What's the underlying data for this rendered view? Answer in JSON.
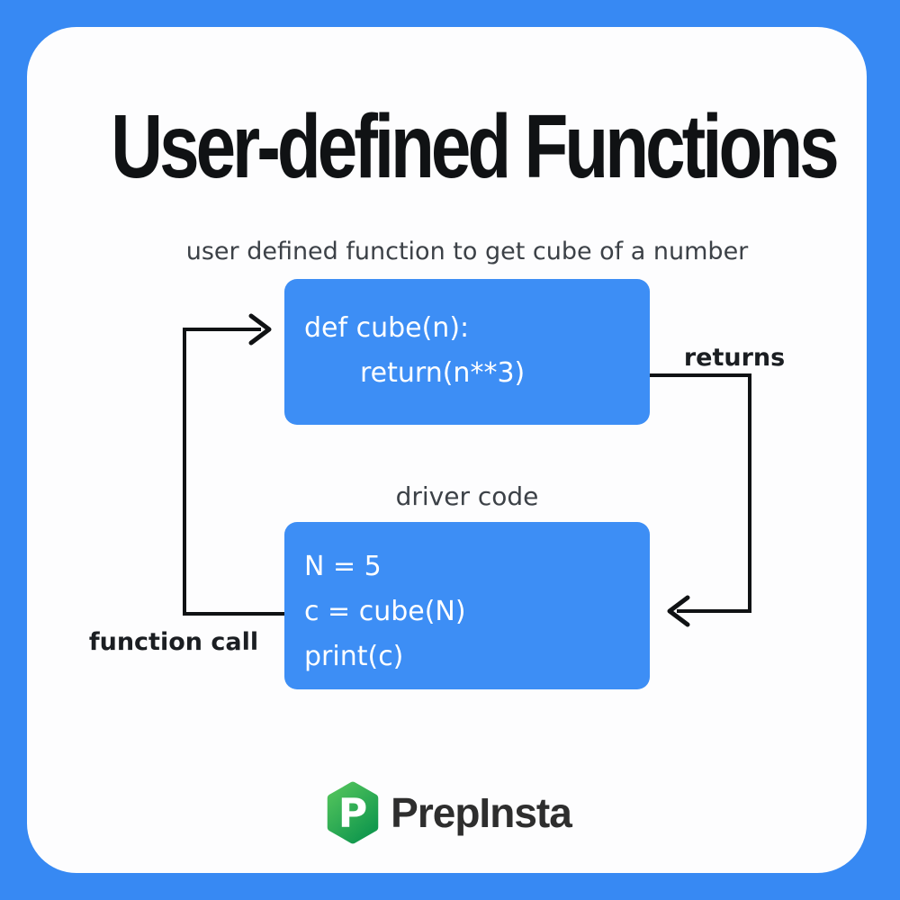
{
  "title": "User-defined Functions",
  "diagram": {
    "caption_top": "user defined function to get cube of a number",
    "function_box": {
      "lines": [
        "def cube(n):",
        "return(n**3)"
      ]
    },
    "label_returns": "returns",
    "caption_driver": "driver code",
    "driver_box": {
      "lines": [
        "N = 5",
        "c = cube(N)",
        "print(c)"
      ]
    },
    "label_function_call": "function call"
  },
  "logo": {
    "letter": "P",
    "text": "PrepInsta"
  },
  "colors": {
    "frame-blue": "#3789f3",
    "box-blue": "#3d8ef5",
    "card-white": "#fdfdfe",
    "ink": "#101214",
    "caption-gray": "#3c4147",
    "label-dark": "#1b1e22",
    "logo-green-light": "#53c45c",
    "logo-green-dark": "#13994e",
    "logo-text": "#2e2e2e"
  }
}
